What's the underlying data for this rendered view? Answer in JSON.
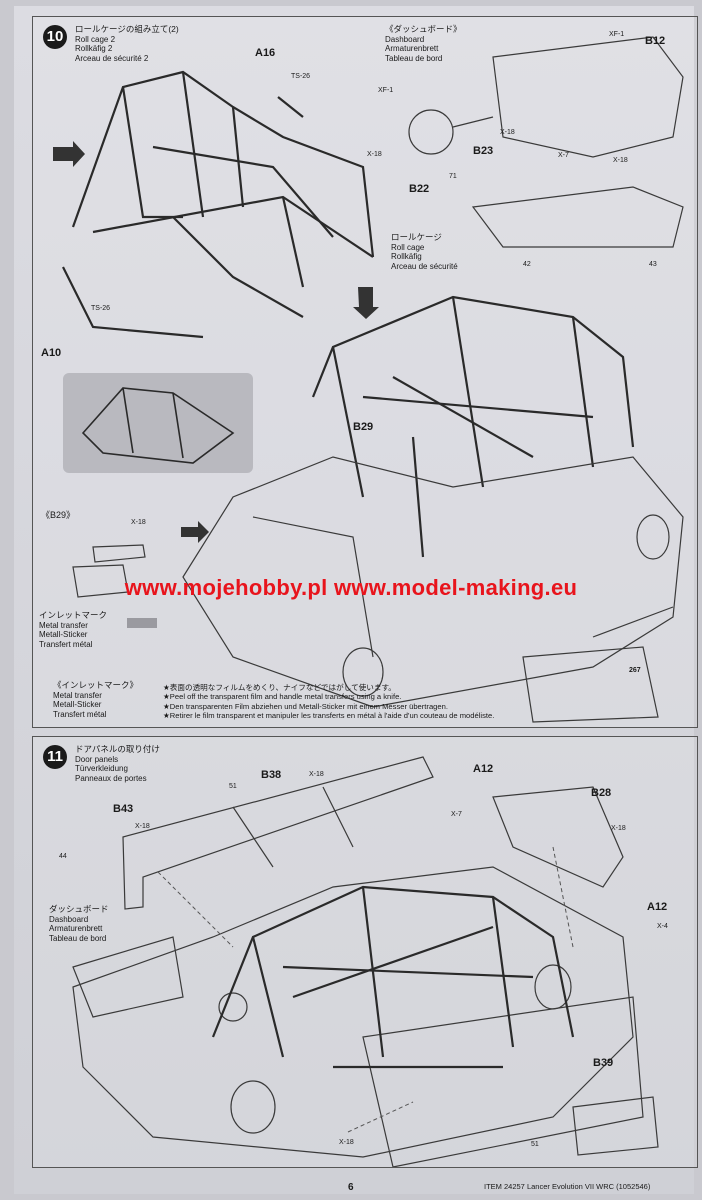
{
  "step10": {
    "number": "10",
    "title_jp": "ロールケージの組み立て(2)",
    "title_en": "Roll cage 2",
    "title_de": "Rollkäfig 2",
    "title_fr": "Arceau de sécurité 2",
    "parts": {
      "a16": "A16",
      "ts26_top": "TS-26",
      "ts26_bottom": "TS-26",
      "a10": "A10",
      "b29": "B29"
    },
    "roll_cage": {
      "jp": "ロールケージ",
      "en": "Roll cage",
      "de": "Rollkäfig",
      "fr": "Arceau de sécurité"
    },
    "dashboard": {
      "jp": "《ダッシュボード》",
      "en": "Dashboard",
      "de": "Armaturenbrett",
      "fr": "Tableau de bord",
      "b12": "B12",
      "xf1_a": "XF-1",
      "xf1_b": "XF-1",
      "x18_a": "X-18",
      "x18_b": "X-18",
      "x18_c": "X-18",
      "x7": "X-7",
      "b23": "B23",
      "b22": "B22",
      "n71": "71",
      "n42": "42",
      "n43": "43"
    },
    "b29_detail": {
      "title": "《B29》",
      "x18": "X-18"
    },
    "metal_transfer": {
      "jp": "インレットマーク",
      "en": "Metal transfer",
      "de": "Metall-Sticker",
      "fr": "Transfert métal"
    },
    "metal_note": {
      "title_jp": "《インレットマーク》",
      "en": "Metal transfer",
      "de": "Metall-Sticker",
      "fr": "Transfert métal",
      "line1": "★表面の透明なフィルムをめくり、ナイフなどではがして使います。",
      "line2": "★Peel off the transparent film and handle metal transfers using a knife.",
      "line3": "★Den transparenten Film abziehen und Metall-Sticker mit einem Messer übertragen.",
      "line4": "★Retirer le film transparent et manipuler les transferts en métal à l'aide d'un couteau de modéliste."
    },
    "decal": "267"
  },
  "watermark": "www.mojehobby.pl www.model-making.eu",
  "step11": {
    "number": "11",
    "title_jp": "ドアパネルの取り付け",
    "title_en": "Door panels",
    "title_de": "Türverkleidung",
    "title_fr": "Panneaux de portes",
    "parts": {
      "b38": "B38",
      "x18_top": "X-18",
      "n51_top": "51",
      "b43": "B43",
      "x18_b43": "X-18",
      "n44": "44",
      "a12_top": "A12",
      "x7": "X-7",
      "b28": "B28",
      "x18_b28": "X-18",
      "a12_right": "A12",
      "x4": "X-4",
      "b39": "B39",
      "x18_bottom": "X-18",
      "n51_bottom": "51"
    },
    "dashboard": {
      "jp": "ダッシュボード",
      "en": "Dashboard",
      "de": "Armaturenbrett",
      "fr": "Tableau de bord"
    }
  },
  "footer": {
    "page": "6",
    "item": "ITEM 24257  Lancer Evolution VII WRC (1052546)"
  }
}
